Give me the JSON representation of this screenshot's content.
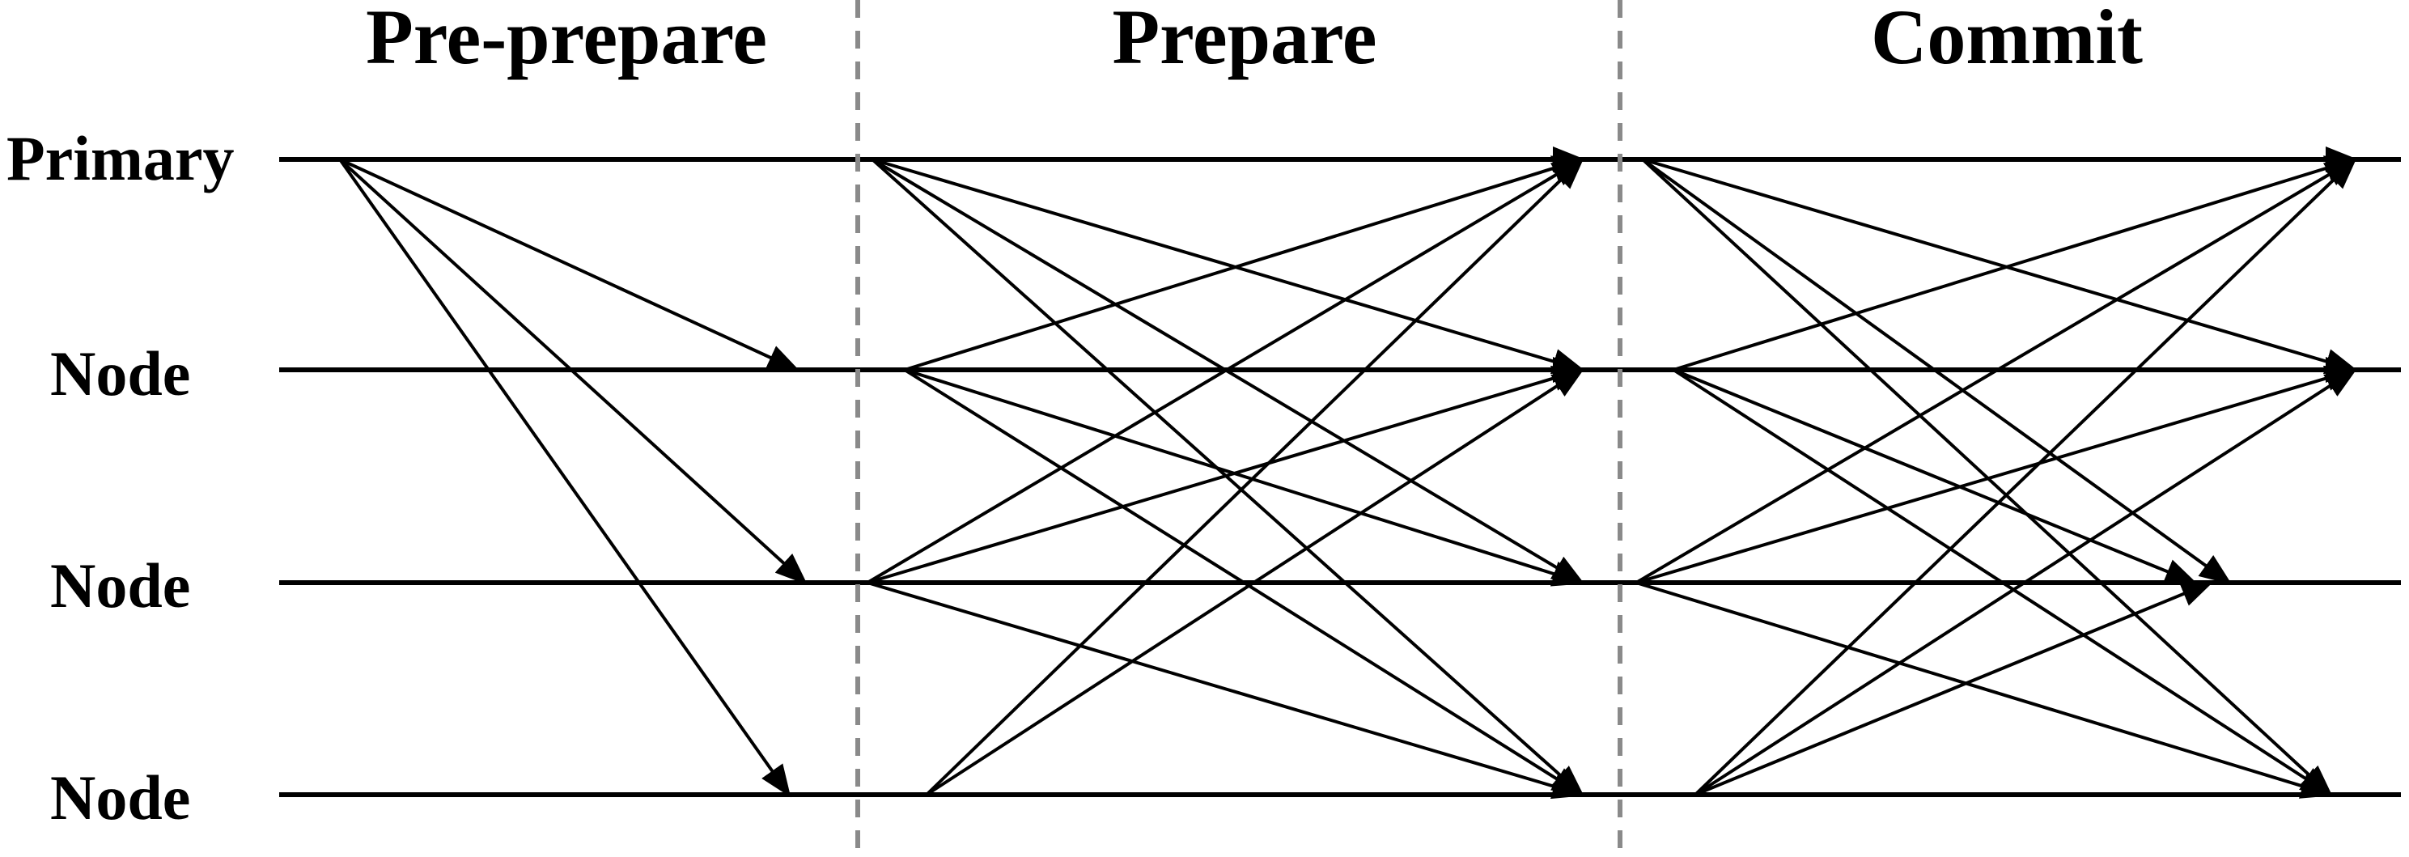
{
  "phases": [
    {
      "label": "Pre-prepare"
    },
    {
      "label": "Prepare"
    },
    {
      "label": "Commit"
    }
  ],
  "nodes": [
    {
      "label": "Primary"
    },
    {
      "label": "Node"
    },
    {
      "label": "Node"
    },
    {
      "label": "Node"
    }
  ],
  "colors": {
    "lines": "#000000",
    "dividers": "#8a8a8a",
    "background": "#ffffff"
  },
  "messages": {
    "pre_prepare": [
      {
        "from": 0,
        "to": 1
      },
      {
        "from": 0,
        "to": 2
      },
      {
        "from": 0,
        "to": 3
      }
    ],
    "prepare": [
      {
        "from": 0,
        "to": 0
      },
      {
        "from": 0,
        "to": 1
      },
      {
        "from": 0,
        "to": 2
      },
      {
        "from": 0,
        "to": 3
      },
      {
        "from": 1,
        "to": 0
      },
      {
        "from": 1,
        "to": 1
      },
      {
        "from": 1,
        "to": 2
      },
      {
        "from": 1,
        "to": 3
      },
      {
        "from": 2,
        "to": 0
      },
      {
        "from": 2,
        "to": 1
      },
      {
        "from": 2,
        "to": 3
      },
      {
        "from": 3,
        "to": 0
      },
      {
        "from": 3,
        "to": 1
      }
    ],
    "commit": [
      {
        "from": 0,
        "to": 0
      },
      {
        "from": 0,
        "to": 1
      },
      {
        "from": 0,
        "to": 2
      },
      {
        "from": 0,
        "to": 3
      },
      {
        "from": 1,
        "to": 0
      },
      {
        "from": 1,
        "to": 1
      },
      {
        "from": 1,
        "to": 2
      },
      {
        "from": 1,
        "to": 3
      },
      {
        "from": 2,
        "to": 0
      },
      {
        "from": 2,
        "to": 1
      },
      {
        "from": 2,
        "to": 3
      },
      {
        "from": 3,
        "to": 0
      },
      {
        "from": 3,
        "to": 1
      },
      {
        "from": 3,
        "to": 2
      }
    ]
  }
}
